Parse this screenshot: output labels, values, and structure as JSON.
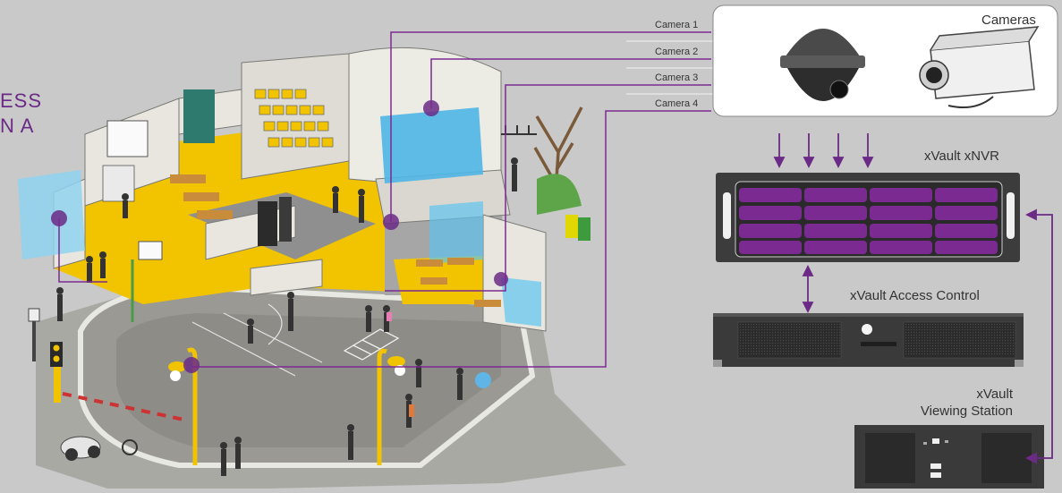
{
  "headline": {
    "line1": "ESS",
    "line2": "N A"
  },
  "cameras": {
    "panel_title": "Cameras",
    "labels": [
      "Camera 1",
      "Camera 2",
      "Camera 3",
      "Camera 4"
    ]
  },
  "devices": {
    "nvr": "xVault xNVR",
    "access_control": "xVault Access Control",
    "viewing_line1": "xVault",
    "viewing_line2": "Viewing Station"
  },
  "colors": {
    "accent": "#6b2a86",
    "nvr_slot": "#7b2a91",
    "floor_yellow": "#f2c400",
    "background": "#c9c9c9"
  }
}
